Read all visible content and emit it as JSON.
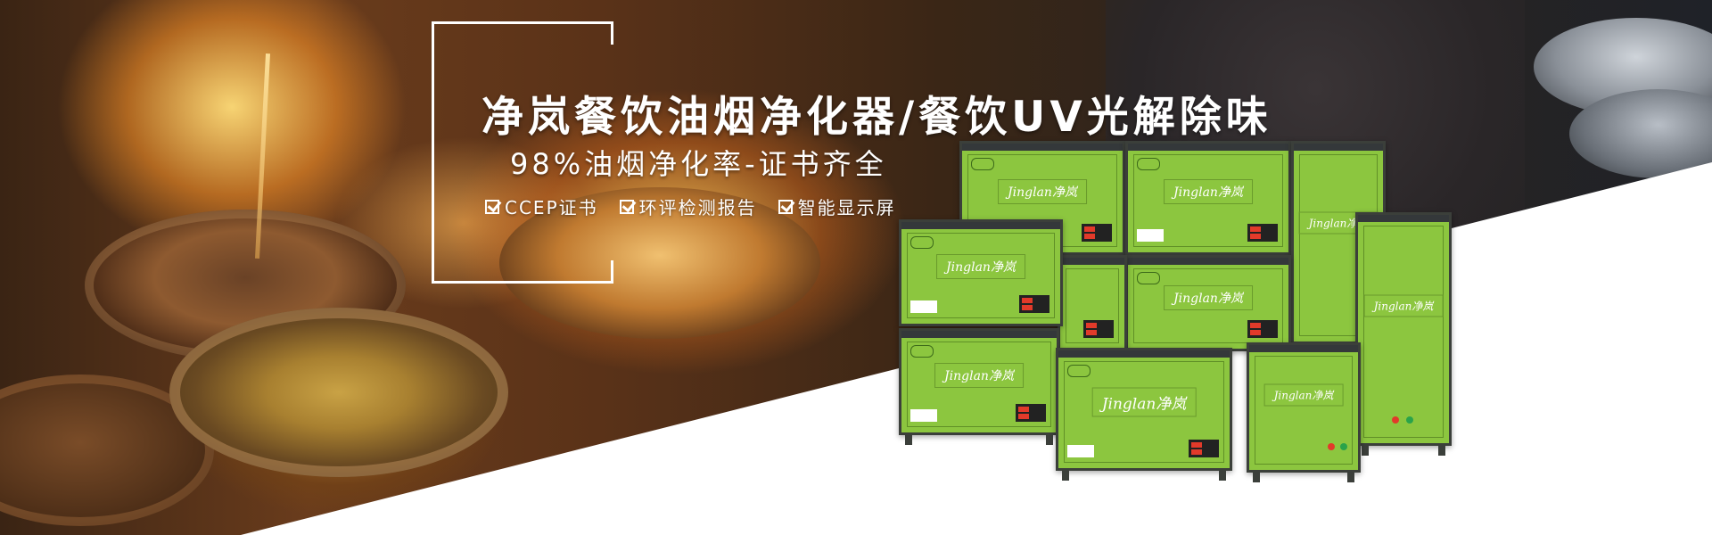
{
  "banner": {
    "title": "净岚餐饮油烟净化器/餐饮UV光解除味",
    "subtitle": "98%油烟净化率-证书齐全",
    "features": [
      "CCEP证书",
      "环评检测报告",
      "智能显示屏"
    ]
  },
  "products": {
    "logo_text": "Jinglan净岚",
    "units": 10
  },
  "colors": {
    "product_green": "#8cc63f",
    "text": "#ffffff"
  }
}
